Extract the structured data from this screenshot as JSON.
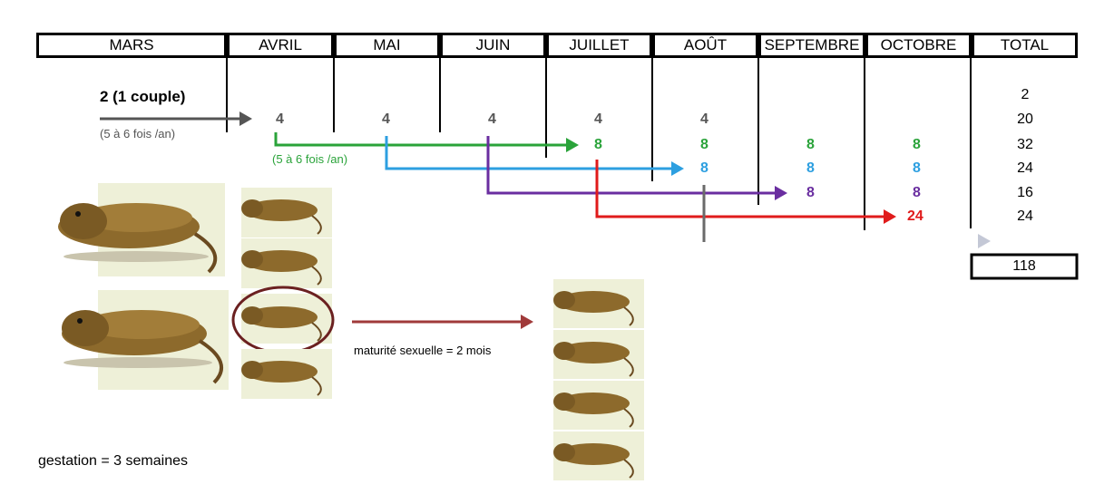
{
  "months": [
    "MARS",
    "AVRIL",
    "MAI",
    "JUIN",
    "JUILLET",
    "AOÛT",
    "SEPTEMBRE",
    "OCTOBRE",
    "TOTAL"
  ],
  "start_label": "2 (1 couple)",
  "litter_note_1": "(5 à 6 fois /an)",
  "litter_note_2": "(5 à 6 fois /an)",
  "row1_values": [
    "4",
    "4",
    "4",
    "4",
    "4"
  ],
  "green_values": [
    "8",
    "8",
    "8",
    "8"
  ],
  "blue_values": [
    "8",
    "8",
    "8"
  ],
  "purple_values": [
    "8",
    "8"
  ],
  "red_value": "24",
  "totals": [
    "2",
    "20",
    "32",
    "24",
    "16",
    "24"
  ],
  "grand_total": "118",
  "maturity_note": "maturité sexuelle = 2 mois",
  "gestation_note": "gestation = 3 semaines",
  "colors": {
    "dark": "#555555",
    "green": "#2aa33a",
    "blue": "#2d9fe0",
    "purple": "#6a2ea0",
    "red": "#e01b1b",
    "gray": "#777777",
    "maroon": "#a03a3a",
    "circle": "#6b2020",
    "image_bg": "#eef0d8"
  }
}
